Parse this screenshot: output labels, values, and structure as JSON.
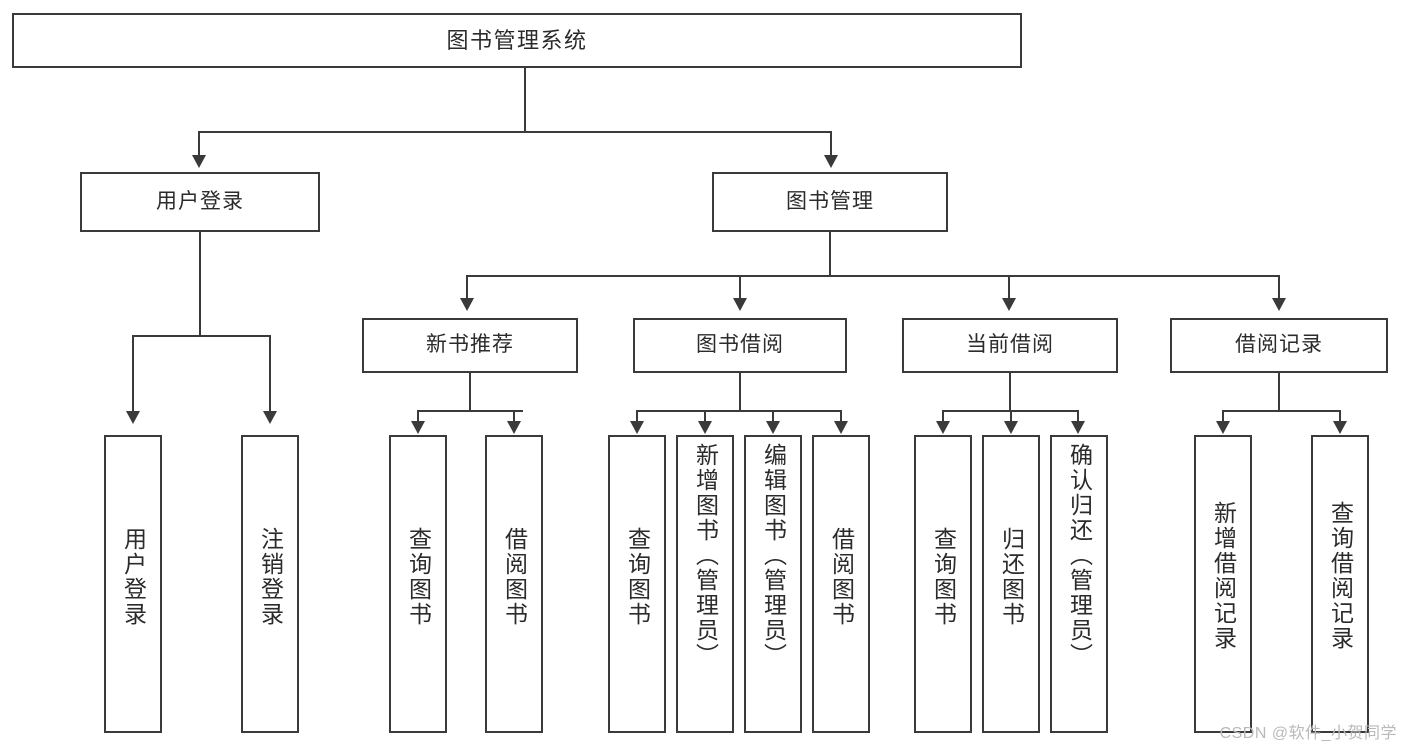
{
  "diagram": {
    "type": "tree-hierarchy",
    "title": "图书管理系统",
    "watermark": "CSDN @软件_小贺同学",
    "colors": {
      "box_border": "#3a3a3a",
      "box_fill": "#ffffff",
      "connector": "#3a3a3a",
      "text": "#2b2b2b",
      "watermark": "#b9b9b9",
      "background": "#ffffff"
    },
    "root": {
      "label": "图书管理系统"
    },
    "level2": [
      {
        "label": "用户登录"
      },
      {
        "label": "图书管理"
      }
    ],
    "level3": [
      {
        "label": "新书推荐"
      },
      {
        "label": "图书借阅"
      },
      {
        "label": "当前借阅"
      },
      {
        "label": "借阅记录"
      }
    ],
    "leaves": {
      "user_login": [
        {
          "label": "用户登录"
        },
        {
          "label": "注销登录"
        }
      ],
      "new_book": [
        {
          "label": "查询图书"
        },
        {
          "label": "借阅图书"
        }
      ],
      "borrow_book": [
        {
          "label": "查询图书"
        },
        {
          "label": "新增图书（管理员）"
        },
        {
          "label": "编辑图书（管理员）"
        },
        {
          "label": "借阅图书"
        }
      ],
      "current_borrow": [
        {
          "label": "查询图书"
        },
        {
          "label": "归还图书"
        },
        {
          "label": "确认归还（管理员）"
        }
      ],
      "borrow_record": [
        {
          "label": "新增借阅记录"
        },
        {
          "label": "查询借阅记录"
        }
      ]
    }
  }
}
